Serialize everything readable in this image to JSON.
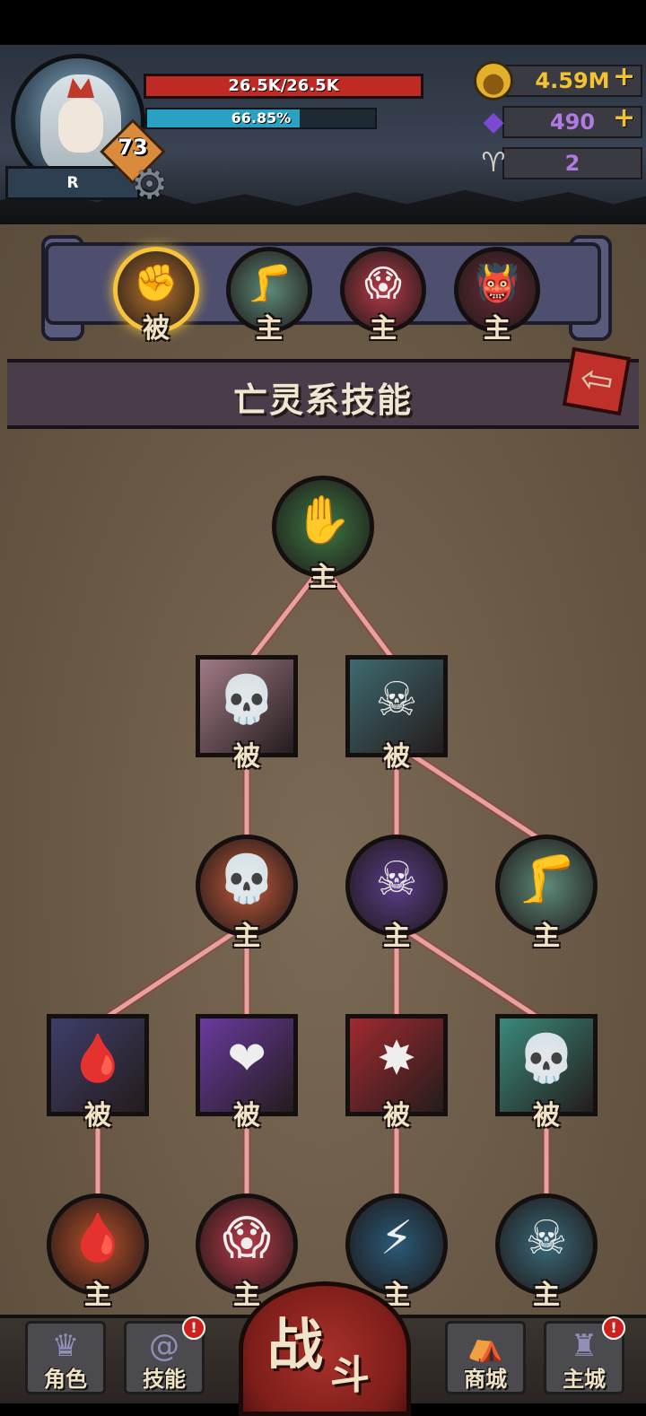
{
  "player": {
    "rank": "R",
    "level": "73",
    "hp": "26.5K/26.5K",
    "xp_text": "66.85%",
    "xp_fraction": 0.6685
  },
  "resources": {
    "gold": "4.59M",
    "gems": "490",
    "horns": "2"
  },
  "skill_tabs": [
    {
      "tag": "被",
      "icon": "gauntlet-icon",
      "glyph": "✊",
      "bg": "#b8732a",
      "selected": true
    },
    {
      "tag": "主",
      "icon": "legs-icon",
      "glyph": "🦵",
      "bg": "#5e8b78",
      "selected": false
    },
    {
      "tag": "主",
      "icon": "screaming-face-icon",
      "glyph": "😱",
      "bg": "#b83a48",
      "selected": false
    },
    {
      "tag": "主",
      "icon": "demon-maw-icon",
      "glyph": "👹",
      "bg": "#6a2a36",
      "selected": false
    }
  ],
  "section_title": "亡灵系技能",
  "tree_nodes": [
    {
      "tag": "主",
      "shape": "circle",
      "icon": "rising-hand-icon",
      "glyph": "✋",
      "bg": "#3e7a44"
    },
    {
      "tag": "被",
      "shape": "square",
      "icon": "skull-slash-icon",
      "glyph": "💀",
      "bg": "#a07a86"
    },
    {
      "tag": "被",
      "shape": "square",
      "icon": "summon-skeleton-icon",
      "glyph": "☠",
      "bg": "#3e6a70"
    },
    {
      "tag": "主",
      "shape": "circle",
      "icon": "skull-pile-icon",
      "glyph": "💀",
      "bg": "#c25a3a"
    },
    {
      "tag": "主",
      "shape": "circle",
      "icon": "skeleton-icon",
      "glyph": "☠",
      "bg": "#5a3e8a"
    },
    {
      "tag": "主",
      "shape": "circle",
      "icon": "legs-icon",
      "glyph": "🦵",
      "bg": "#5e8b78"
    },
    {
      "tag": "被",
      "shape": "square",
      "icon": "bleeding-cloak-icon",
      "glyph": "🩸",
      "bg": "#3e3e6a"
    },
    {
      "tag": "被",
      "shape": "square",
      "icon": "stabbed-heart-icon",
      "glyph": "❤",
      "bg": "#6a3aa0"
    },
    {
      "tag": "被",
      "shape": "square",
      "icon": "blood-burst-icon",
      "glyph": "✸",
      "bg": "#a02a30"
    },
    {
      "tag": "被",
      "shape": "square",
      "icon": "ghost-skull-icon",
      "glyph": "💀",
      "bg": "#3a8a7a"
    },
    {
      "tag": "主",
      "shape": "circle",
      "icon": "blood-drop-icon",
      "glyph": "🩸",
      "bg": "#b8502a"
    },
    {
      "tag": "主",
      "shape": "circle",
      "icon": "screaming-face-icon",
      "glyph": "😱",
      "bg": "#b83a48"
    },
    {
      "tag": "主",
      "shape": "circle",
      "icon": "dark-shards-icon",
      "glyph": "⚡",
      "bg": "#2a5a78"
    },
    {
      "tag": "主",
      "shape": "circle",
      "icon": "reaper-scythe-icon",
      "glyph": "☠",
      "bg": "#3a6a7a"
    }
  ],
  "nav": {
    "character": "角色",
    "skills": "技能",
    "fight_1": "战",
    "fight_2": "斗",
    "shop": "商城",
    "city": "主城",
    "badge": "!"
  },
  "colors": {
    "hp": "#c02a24",
    "xp": "#2aa0c3",
    "gold_text": "#f2c230",
    "gem_text": "#b07ae0",
    "horn_text": "#b07ae0",
    "link_line": "#e8a0a0"
  }
}
